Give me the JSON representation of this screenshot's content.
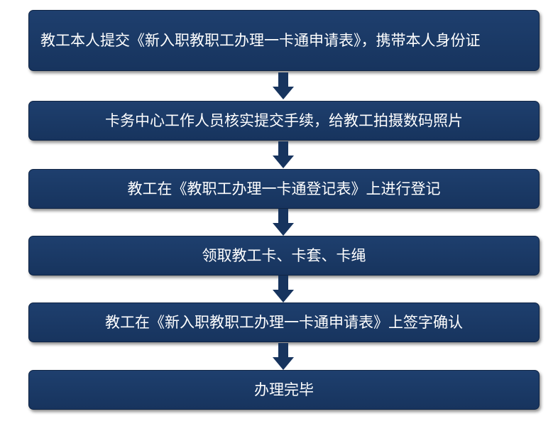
{
  "flow": {
    "steps": [
      "教工本人提交《新入职教职工办理一卡通申请表》，携带本人身份证",
      "卡务中心工作人员核实提交手续，给教工拍摄数码照片",
      "教工在《教职工办理一卡通登记表》上进行登记",
      "领取教工卡、卡套、卡绳",
      "教工在《新入职教职工办理一卡通申请表》上签字确认",
      "办理完毕"
    ]
  },
  "colors": {
    "box_fill": "#1e3f6e",
    "box_border": "#0f2444",
    "arrow_fill": "#17345e",
    "text": "#ffffff"
  }
}
